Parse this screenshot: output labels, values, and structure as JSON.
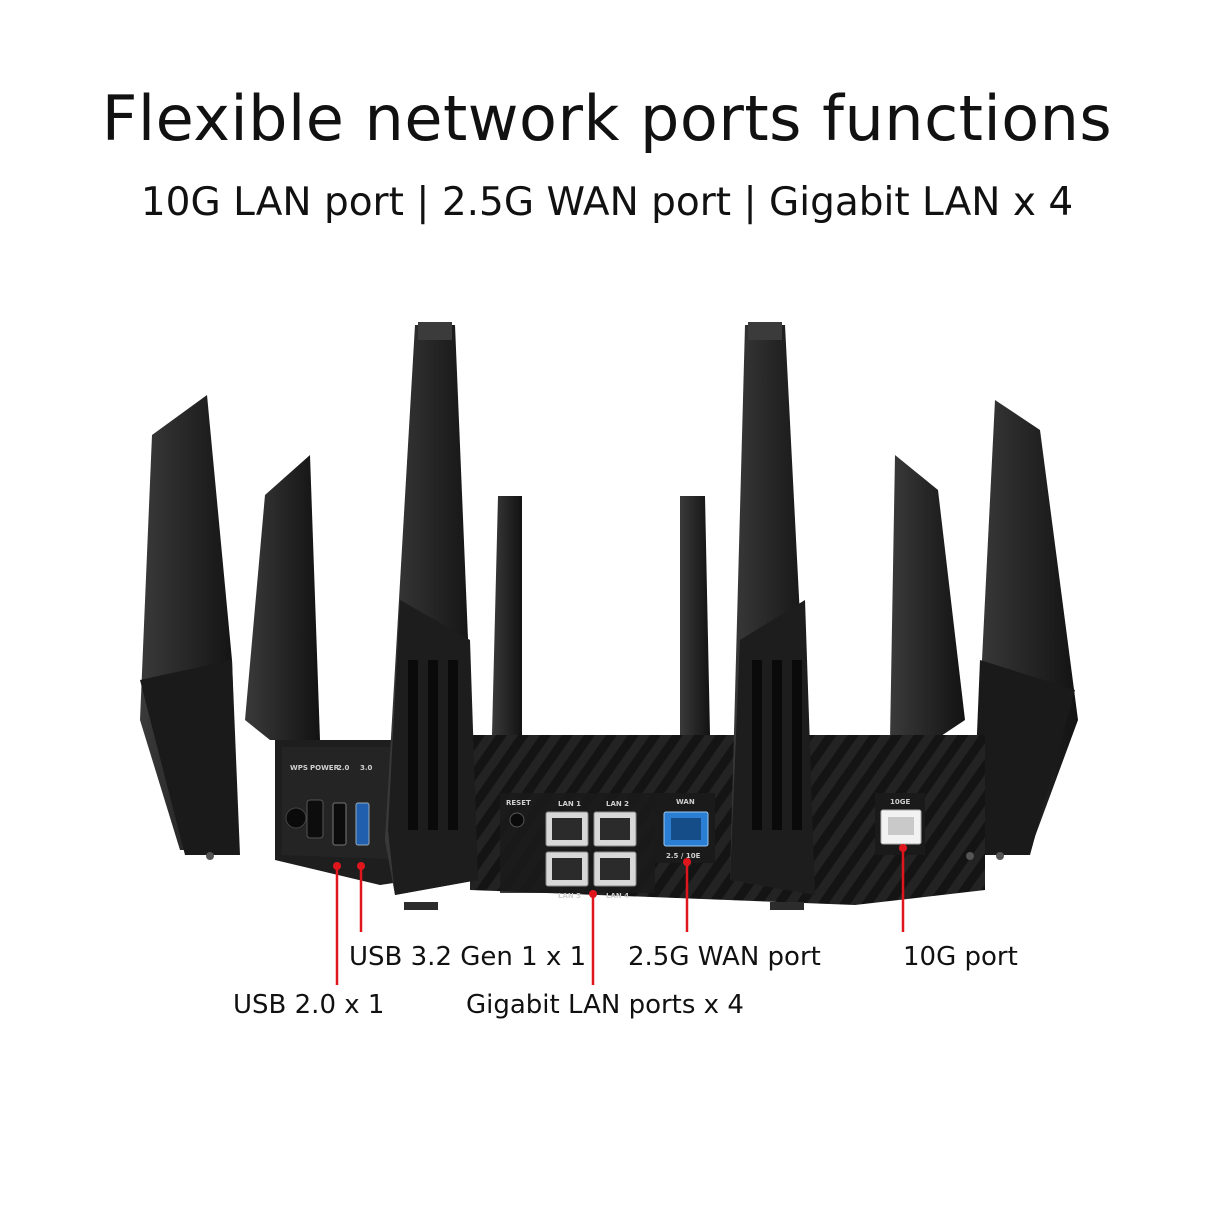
{
  "header": {
    "title": "Flexible network ports functions",
    "subtitle": "10G LAN port | 2.5G WAN port | Gigabit LAN x 4"
  },
  "callouts": {
    "usb32": "USB 3.2 Gen 1 x 1",
    "usb20": "USB 2.0 x 1",
    "lan": "Gigabit LAN ports x 4",
    "wan": "2.5G WAN port",
    "ten_g": "10G port"
  },
  "panel_labels": {
    "wps": "WPS",
    "power": "POWER",
    "usb2": "2.0",
    "usb3": "3.0",
    "reset": "RESET",
    "lan1": "LAN 1",
    "lan2": "LAN 2",
    "lan3": "LAN 3",
    "lan4": "LAN 4",
    "wan": "WAN",
    "wan_speed": "2.5 / 10E",
    "ten_ge": "10GE"
  },
  "colors": {
    "callout_line": "#e0161d",
    "body": "#1c1c1c",
    "wan_port": "#2a7fd4",
    "ten_g_port": "#f2f2f2"
  }
}
